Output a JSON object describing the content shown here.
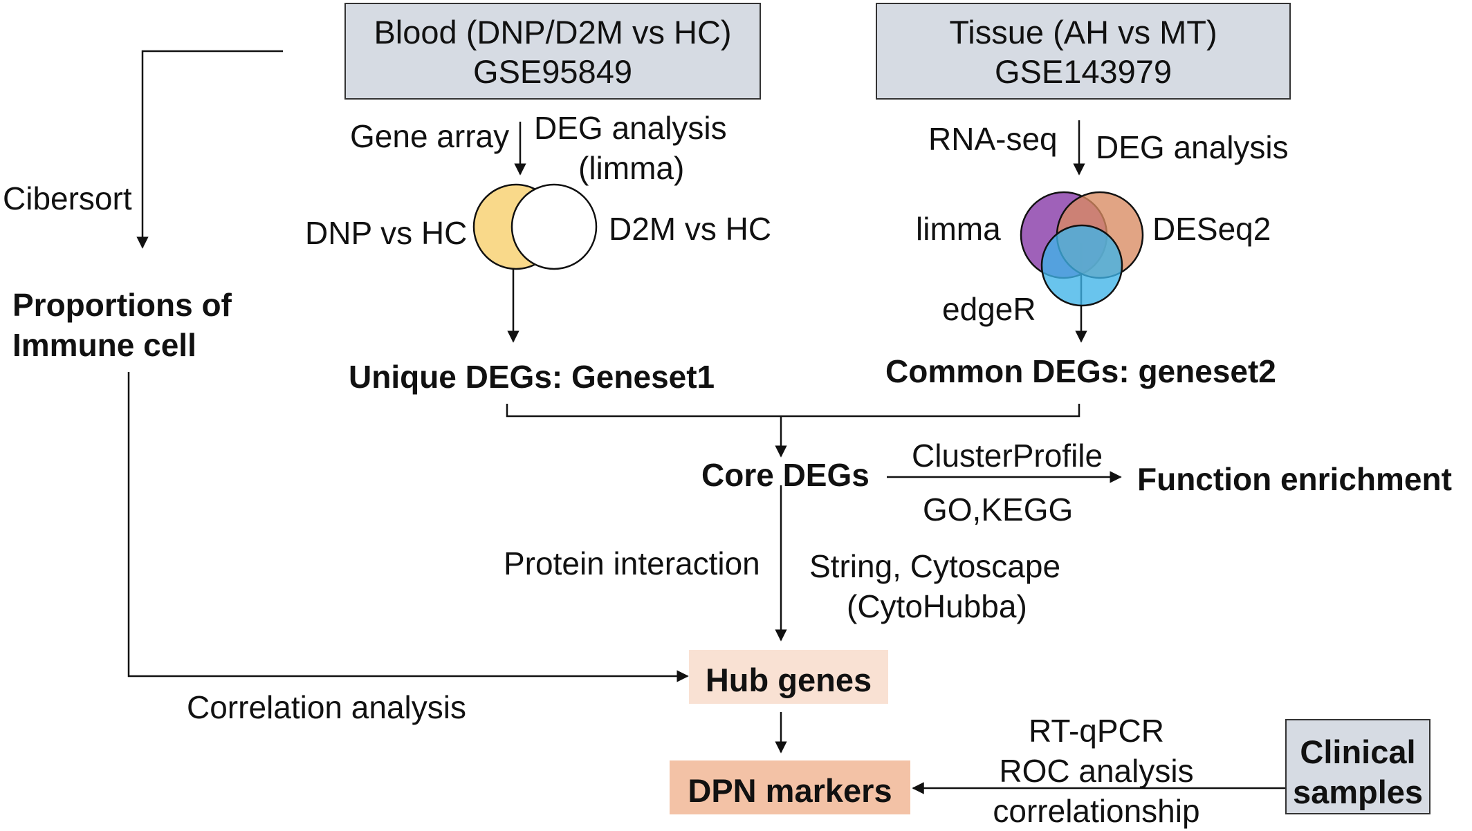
{
  "colors": {
    "header_box": "#d6dbe3",
    "hub_box": "#f9e1d3",
    "dpn_box": "#f3c2a6",
    "venn_yellow": "#f9d98a",
    "venn_purple": "#9a59b5",
    "venn_orange": "#d98b61",
    "venn_blue": "#3fb4e8"
  },
  "blood_box": {
    "line1": "Blood (DNP/D2M vs HC)",
    "line2": "GSE95849"
  },
  "tissue_box": {
    "line1": "Tissue (AH vs MT)",
    "line2": "GSE143979"
  },
  "blood_flow": {
    "method": "Gene array",
    "analysis_line1": "DEG analysis",
    "analysis_line2": "(limma)",
    "venn_left": "DNP vs HC",
    "venn_right": "D2M vs HC",
    "result": "Unique DEGs: Geneset1"
  },
  "tissue_flow": {
    "method": "RNA-seq",
    "analysis": "DEG analysis",
    "venn_a": "limma",
    "venn_b": "DESeq2",
    "venn_c": "edgeR",
    "result": "Common DEGs: geneset2"
  },
  "immune": {
    "method": "Cibersort",
    "result_line1": "Proportions of",
    "result_line2": "Immune cell",
    "link": "Correlation analysis"
  },
  "core": {
    "label": "Core DEGs",
    "enrich_top": "ClusterProfile",
    "enrich_bottom": "GO,KEGG",
    "enrich_result": "Function enrichment",
    "ppi_left": "Protein interaction",
    "ppi_right_line1": "String, Cytoscape",
    "ppi_right_line2": "(CytoHubba)"
  },
  "hub": {
    "label": "Hub genes"
  },
  "dpn": {
    "label": "DPN markers"
  },
  "clinical": {
    "line1": "Clinical",
    "line2": "samples",
    "step1": "RT-qPCR",
    "step2": "ROC analysis",
    "step3": "correlationship"
  }
}
